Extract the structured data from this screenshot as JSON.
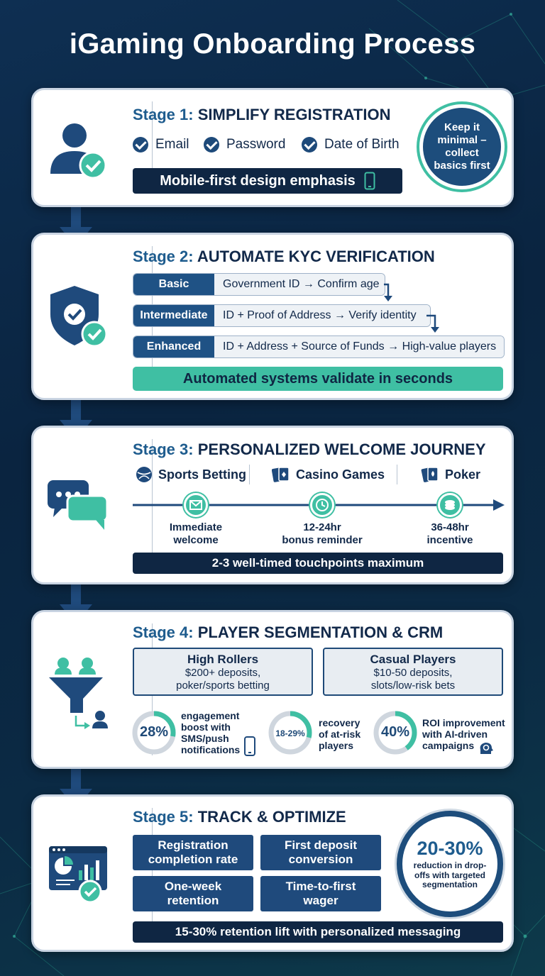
{
  "title": "iGaming Onboarding Process",
  "colors": {
    "navy": "#0f2643",
    "blue": "#1f4a7c",
    "teal": "#3fbfa3"
  },
  "stage1": {
    "num": "Stage 1:",
    "title": "SIMPLIFY REGISTRATION",
    "fields": [
      "Email",
      "Password",
      "Date of Birth"
    ],
    "bar": "Mobile-first design emphasis",
    "badge": "Keep it minimal – collect basics first",
    "icon": "user-check-icon"
  },
  "stage2": {
    "num": "Stage 2:",
    "title": "AUTOMATE KYC VERIFICATION",
    "levels": [
      {
        "label": "Basic",
        "text": "Government ID → Confirm age"
      },
      {
        "label": "Intermediate",
        "text": "ID + Proof of Address → Verify identity"
      },
      {
        "label": "Enhanced",
        "text": "ID + Address + Source of Funds → High-value players"
      }
    ],
    "bar": "Automated systems validate in seconds",
    "icon": "shield-check-icon"
  },
  "stage3": {
    "num": "Stage 3:",
    "title": "PERSONALIZED WELCOME JOURNEY",
    "channels": [
      "Sports Betting",
      "Casino Games",
      "Poker"
    ],
    "timeline": [
      {
        "label1": "Immediate",
        "label2": "welcome"
      },
      {
        "label1": "12-24hr",
        "label2": "bonus reminder"
      },
      {
        "label1": "36-48hr",
        "label2": "incentive"
      }
    ],
    "bar": "2-3 well-timed touchpoints maximum",
    "icon": "chat-bubbles-icon"
  },
  "stage4": {
    "num": "Stage 4:",
    "title": "PLAYER SEGMENTATION & CRM",
    "segments": [
      {
        "title": "High Rollers",
        "line1": "$200+ deposits,",
        "line2": "poker/sports betting"
      },
      {
        "title": "Casual Players",
        "line1": "$10-50 deposits,",
        "line2": "slots/low-risk bets"
      }
    ],
    "stats": [
      {
        "value": "28%",
        "line1": "engagement",
        "line2": "boost with",
        "line3": "SMS/push",
        "line4": "notifications",
        "fill": 0.28
      },
      {
        "value": "18-29%",
        "line1": "recovery",
        "line2": "of at-risk",
        "line3": "players",
        "line4": "",
        "fill": 0.29
      },
      {
        "value": "40%",
        "line1": "ROI improvement",
        "line2": "with AI-driven",
        "line3": "campaigns",
        "line4": "",
        "fill": 0.4
      }
    ],
    "icon": "funnel-users-icon"
  },
  "stage5": {
    "num": "Stage 5:",
    "title": "TRACK & OPTIMIZE",
    "metrics": [
      {
        "line1": "Registration",
        "line2": "completion rate"
      },
      {
        "line1": "First deposit",
        "line2": "conversion"
      },
      {
        "line1": "One-week",
        "line2": "retention"
      },
      {
        "line1": "Time-to-first",
        "line2": "wager"
      }
    ],
    "circle_value": "20-30%",
    "circle_desc": "reduction in drop-offs with targeted segmentation",
    "bar": "15-30% retention lift with personalized messaging",
    "icon": "dashboard-check-icon"
  }
}
